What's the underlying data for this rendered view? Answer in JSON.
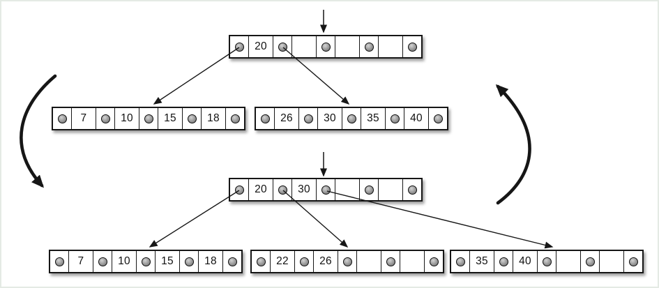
{
  "diagram": {
    "type": "btree-insert-node-split",
    "background_color": "#ffffff",
    "frame_border_color": "#e4eae4",
    "stroke_color": "#161616",
    "pointer_dot_color": "#8f8f8f",
    "node_fill_color": "#ffffff"
  },
  "nodes": {
    "top_root": {
      "keys": [
        "20",
        "",
        "",
        ""
      ]
    },
    "top_left": {
      "keys": [
        "7",
        "10",
        "15",
        "18"
      ]
    },
    "top_right": {
      "keys": [
        "26",
        "30",
        "35",
        "40"
      ]
    },
    "bottom_root": {
      "keys": [
        "20",
        "30",
        "",
        ""
      ]
    },
    "bottom_left": {
      "keys": [
        "7",
        "10",
        "15",
        "18"
      ]
    },
    "bottom_mid": {
      "keys": [
        "22",
        "26",
        "",
        ""
      ]
    },
    "bottom_right": {
      "keys": [
        "35",
        "40",
        "",
        ""
      ]
    }
  },
  "edges": [
    {
      "from": "insert-cursor-top",
      "to": "top_root.p2",
      "style": "straight"
    },
    {
      "from": "top_root.p0",
      "to": "top_left",
      "style": "straight"
    },
    {
      "from": "top_root.p1",
      "to": "top_right",
      "style": "straight"
    },
    {
      "from": "insert-cursor-bottom",
      "to": "bottom_root.p2",
      "style": "straight"
    },
    {
      "from": "bottom_root.p0",
      "to": "bottom_left",
      "style": "straight"
    },
    {
      "from": "bottom_root.p1",
      "to": "bottom_mid",
      "style": "straight"
    },
    {
      "from": "bottom_root.p2",
      "to": "bottom_right",
      "style": "straight"
    },
    {
      "from": "state-before",
      "to": "state-after",
      "style": "thick-curve-left-down"
    },
    {
      "from": "state-after",
      "to": "state-before",
      "style": "thick-curve-right-up"
    }
  ],
  "icons": {
    "pointer_dot": "●",
    "insert_arrow": "↓"
  }
}
